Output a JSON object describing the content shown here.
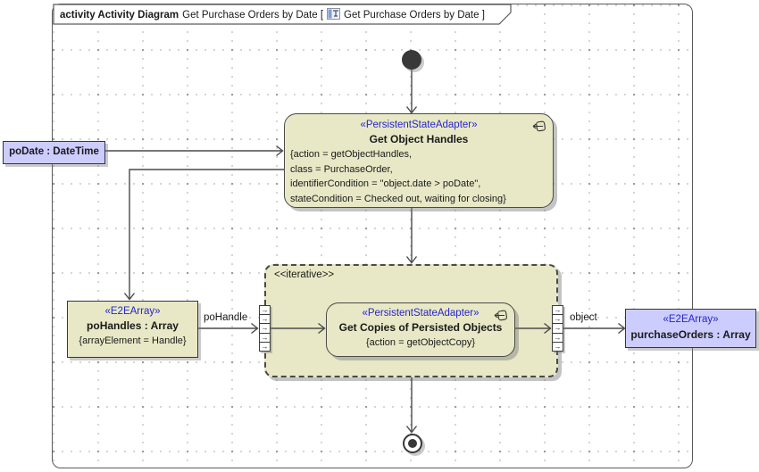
{
  "frame": {
    "title_bold": "activity Activity Diagram",
    "title_pre": "Get Purchase Orders by Date [",
    "title_post": "Get Purchase Orders by Date ]"
  },
  "nodes": {
    "get_object_handles": {
      "stereotype": "«PersistentStateAdapter»",
      "name": "Get Object Handles",
      "properties": [
        "{action = getObjectHandles,",
        "class = PurchaseOrder,",
        "identifierCondition = \"object.date > poDate\",",
        "stateCondition = Checked out, waiting for closing}"
      ]
    },
    "iterative_region": {
      "keyword": "<<iterative>>"
    },
    "get_copies": {
      "stereotype": "«PersistentStateAdapter»",
      "name": "Get Copies of Persisted Objects",
      "properties": [
        "{action = getObjectCopy}"
      ]
    },
    "po_date": {
      "name": "poDate : DateTime"
    },
    "po_handles": {
      "stereotype": "«E2EArray»",
      "name": "poHandles : Array",
      "properties": [
        "{arrayElement = Handle}"
      ]
    },
    "purchase_orders": {
      "stereotype": "«E2EArray»",
      "name": "purchaseOrders : Array"
    }
  },
  "edges": {
    "po_handle_label": "poHandle",
    "object_label": "object"
  },
  "icons": {
    "expansion_arrow": "→",
    "adapter_icon_name": "persistent-state-adapter-icon",
    "diagram_icon_name": "activity-diagram-icon"
  },
  "colors": {
    "node_fill": "#e8e8c6",
    "object_fill": "#ccccff",
    "stereotype_text": "#2626cc",
    "line": "#4a4a4a"
  }
}
